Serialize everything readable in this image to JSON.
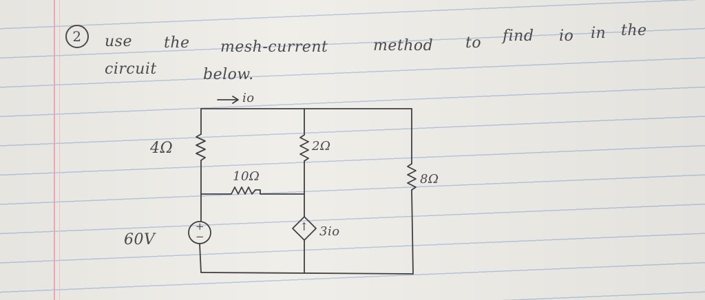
{
  "problem": {
    "number": "2",
    "line1_words": [
      "use",
      "the",
      "mesh-current",
      "method",
      "to",
      "find",
      "io",
      "in",
      "the"
    ],
    "line2_words": [
      "circuit",
      "below."
    ]
  },
  "circuit": {
    "current_label": "io",
    "r_4": "4Ω",
    "r_10": "10Ω",
    "r_2": "2Ω",
    "r_8": "8Ω",
    "voltage_source": "60V",
    "source_plus": "+",
    "source_minus": "−",
    "dependent_source": "3io",
    "dep_arrow": "↑"
  }
}
